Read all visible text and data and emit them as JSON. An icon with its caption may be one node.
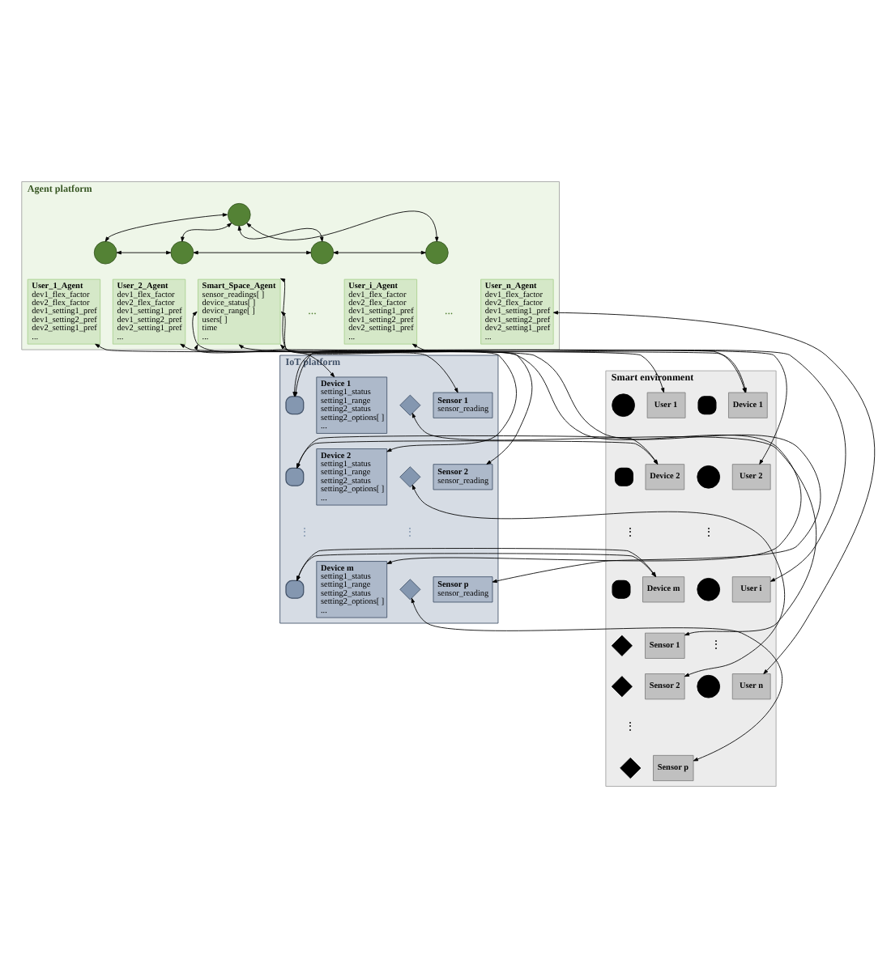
{
  "diagram": {
    "nodes": [
      {
        "text": [
          "Agent platform"
        ]
      },
      {
        "text": [],
        "shape": "person",
        "in": 0
      },
      {
        "text": [
          "Smart_Space_Agent",
          "sensor_readings[ ]",
          "device_status[ ]",
          "device_range[ ]",
          "users[ ]",
          "time",
          "..."
        ],
        "in": 0
      },
      {
        "text": [],
        "shape": "person",
        "in": 0
      },
      {
        "text": [
          "User_1_Agent",
          "dev1_flex_factor",
          "dev2_flex_factor",
          "dev1_setting1_pref",
          "dev1_setting2_pref",
          "dev2_setting1_pref",
          "..."
        ],
        "in": 0
      },
      {
        "text": [],
        "shape": "person",
        "in": 0
      },
      {
        "text": [
          "User_2_Agent",
          "dev1_flex_factor",
          "dev2_flex_factor",
          "dev1_setting1_pref",
          "dev1_setting2_pref",
          "dev2_setting1_pref",
          "..."
        ],
        "in": 0
      },
      {
        "text": [],
        "shape": "person",
        "in": 0
      },
      {
        "text": [
          "User_i_Agent",
          "dev1_flex_factor",
          "dev2_flex_factor",
          "dev1_setting1_pref",
          "dev1_setting2_pref",
          "dev2_setting1_pref",
          "..."
        ],
        "in": 0
      },
      {
        "text": [],
        "shape": "person",
        "in": 0
      },
      {
        "text": [
          "User_n_Agent",
          "dev1_flex_factor",
          "dev2_flex_factor",
          "dev1_setting1_pref",
          "dev1_setting2_pref",
          "dev2_setting1_pref",
          "..."
        ],
        "in": 0
      },
      {
        "text": [
          "Smart environment"
        ]
      },
      {
        "text": [],
        "shape": "person",
        "in": 11
      },
      {
        "text": [
          "User 1"
        ],
        "in": 11
      },
      {
        "text": [],
        "shape": "person",
        "in": 11
      },
      {
        "text": [
          "User 2"
        ],
        "in": 11
      },
      {
        "text": [],
        "shape": "person",
        "in": 11
      },
      {
        "text": [
          "User i"
        ],
        "in": 11
      },
      {
        "text": [],
        "shape": "person",
        "in": 11
      },
      {
        "text": [
          "User n"
        ],
        "in": 11
      },
      {
        "text": [],
        "shape": "box",
        "in": 11
      },
      {
        "text": [
          "Device 1"
        ],
        "in": 11
      },
      {
        "text": [],
        "shape": "box",
        "in": 11
      },
      {
        "text": [
          "Device 2"
        ],
        "in": 11
      },
      {
        "text": [],
        "shape": "box",
        "in": 11
      },
      {
        "text": [
          "Device m"
        ],
        "in": 11
      },
      {
        "text": [],
        "shape": "diamond",
        "in": 11
      },
      {
        "text": [
          "Sensor 1"
        ],
        "in": 11
      },
      {
        "text": [],
        "shape": "diamond",
        "in": 11
      },
      {
        "text": [
          "Sensor 2"
        ],
        "in": 11
      },
      {
        "text": [],
        "shape": "diamond",
        "in": 11
      },
      {
        "text": [
          "Sensor p"
        ],
        "in": 11
      },
      {
        "text": [
          "IoT platform"
        ]
      },
      {
        "text": [],
        "shape": "box",
        "in": 32
      },
      {
        "text": [
          "Device 1",
          "setting1_status",
          "setting1_range",
          "setting2_status",
          "setting2_options[ ]",
          "..."
        ],
        "in": 32
      },
      {
        "text": [],
        "shape": "box",
        "in": 32
      },
      {
        "text": [
          "Device 2",
          "setting1_status",
          "setting1_range",
          "setting2_status",
          "setting2_options[ ]",
          "..."
        ],
        "in": 32
      },
      {
        "text": [],
        "shape": "box",
        "in": 32
      },
      {
        "text": [
          "Device m",
          "setting1_status",
          "setting1_range",
          "setting2_status",
          "setting2_options[ ]",
          "..."
        ],
        "in": 32
      },
      {
        "text": [],
        "shape": "diamond",
        "in": 32
      },
      {
        "text": [
          "Sensor 1",
          "sensor_reading"
        ],
        "in": 32
      },
      {
        "text": [],
        "shape": "diamond",
        "in": 32
      },
      {
        "text": [
          "Sensor 2",
          "sensor_reading"
        ],
        "in": 32
      },
      {
        "text": [],
        "shape": "diamond",
        "in": 32
      },
      {
        "text": [
          "Sensor p",
          "sensor_reading"
        ],
        "in": 32
      }
    ],
    "edges": [
      {
        "from": 1,
        "to": 3,
        "arrow": "both"
      },
      {
        "from": 1,
        "to": 5,
        "arrow": "both"
      },
      {
        "from": 1,
        "to": 7,
        "arrow": "both"
      },
      {
        "from": 1,
        "to": 9,
        "arrow": "both"
      },
      {
        "from": 3,
        "to": 5,
        "arrow": "both"
      },
      {
        "from": 5,
        "to": 7,
        "arrow": "both"
      },
      {
        "from": 7,
        "to": 9,
        "arrow": "both"
      },
      {
        "from": 4,
        "to": 13,
        "arrow": "both"
      },
      {
        "from": 6,
        "to": 15,
        "arrow": "both"
      },
      {
        "from": 8,
        "to": 17,
        "arrow": "both"
      },
      {
        "from": 10,
        "to": 19,
        "arrow": "both"
      },
      {
        "from": 21,
        "to": 33,
        "arrow": "both"
      },
      {
        "from": 23,
        "to": 35,
        "arrow": "both"
      },
      {
        "from": 25,
        "to": 37,
        "arrow": "both"
      },
      {
        "from": 27,
        "to": 39,
        "arrow": "both"
      },
      {
        "from": 29,
        "to": 41,
        "arrow": "both"
      },
      {
        "from": 31,
        "to": 43,
        "arrow": "both"
      },
      {
        "from": 2,
        "to": 34,
        "arrow": "both"
      },
      {
        "from": 2,
        "to": 36,
        "arrow": "both"
      },
      {
        "from": 2,
        "to": 38,
        "arrow": "both"
      },
      {
        "from": 2,
        "to": 40,
        "arrow": "both"
      },
      {
        "from": 2,
        "to": 42,
        "arrow": "both"
      },
      {
        "from": 2,
        "to": 44,
        "arrow": "both"
      }
    ],
    "labels": [
      "...",
      "...",
      "⋮",
      "⋮",
      "⋮",
      "⋮",
      "⋮",
      "⋮"
    ]
  }
}
